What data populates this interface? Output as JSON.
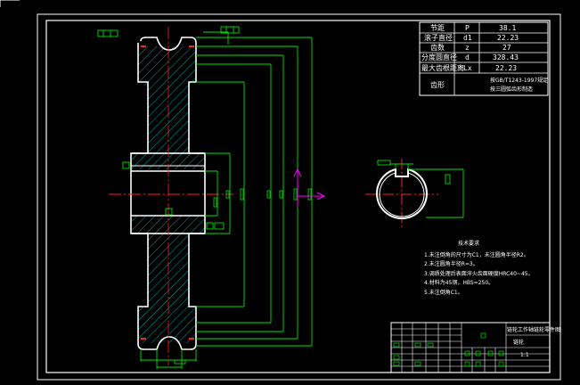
{
  "colors": {
    "background": "#000000",
    "border": "#ffffff",
    "outline": "#ffffff",
    "dimension": "#00e000",
    "centerline": "#ff2020",
    "hatch": "#00c8c8",
    "highlight": "#ff00ff",
    "table_text": "#ffffff"
  },
  "parameter_table": {
    "rows": [
      {
        "name": "节距",
        "symbol": "P",
        "value": "38.1"
      },
      {
        "name": "滚子直径",
        "symbol": "d1",
        "value": "22.23"
      },
      {
        "name": "齿数",
        "symbol": "z",
        "value": "27"
      },
      {
        "name": "分度圆直径",
        "symbol": "d",
        "value": "328.43"
      },
      {
        "name": "最大齿根距离",
        "symbol": "Lx",
        "value": "22.23"
      },
      {
        "name": "齿形",
        "symbol": "",
        "value": "按GB/T1243-1997规定",
        "value2": "按三圆弧齿形制造"
      }
    ]
  },
  "technical_notes": {
    "title": "技术要求",
    "lines": [
      "1.未注倒角的尺寸为C1，未注圆角半径R2。",
      "2.未注圆角半径R=3。",
      "3.调质处理后表面淬火齿面硬度HRC40~45。",
      "4.材料为45钢，HBS=250。",
      "5.未注倒角C1。"
    ]
  },
  "title_block": {
    "drawing_title": "链轮工作轴链轮零件图",
    "part_name": "链轮",
    "scale_label": "1:1"
  },
  "icons": {
    "tolerance_frames": "feature-control-frame-icon",
    "view_arrow": "view-direction-arrow-icon",
    "roughness": "surface-roughness-icon"
  }
}
